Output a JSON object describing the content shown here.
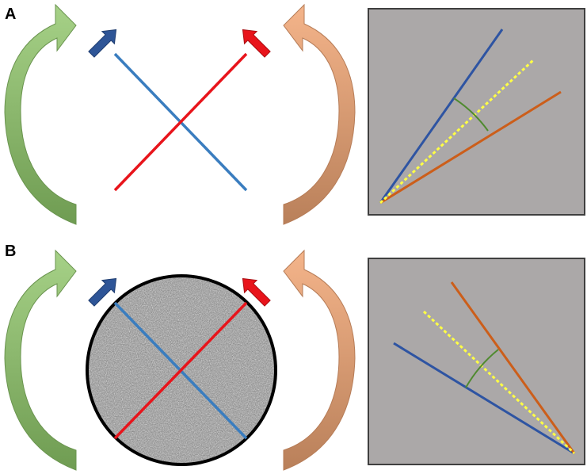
{
  "panels": [
    {
      "label": "A",
      "noise_disc": false
    },
    {
      "label": "B",
      "noise_disc": true
    }
  ],
  "colors": {
    "background": "#ffffff",
    "green_arrow": "#8cbf6a",
    "green_arrow_dark": "#6a944f",
    "orange_arrow": "#e9a679",
    "orange_arrow_dark": "#b67c57",
    "blue_line": "#3a7dbf",
    "red_line": "#e8141b",
    "blue_marker": "#2e5597",
    "red_marker": "#e8141b",
    "inset_bg": "#aba8a8",
    "inset_border": "#3f3f3f",
    "inset_blue": "#2e54a2",
    "inset_orange": "#cc5e1a",
    "inset_yellow": "#ffff44",
    "inset_arc": "#4f8a2f",
    "disc_border": "#000000"
  },
  "icons": {
    "green_rotation": "curved-arrow-clockwise",
    "orange_rotation": "curved-arrow-counterclockwise",
    "blue_marker": "arrow-up-right",
    "red_marker": "arrow-up-left"
  }
}
